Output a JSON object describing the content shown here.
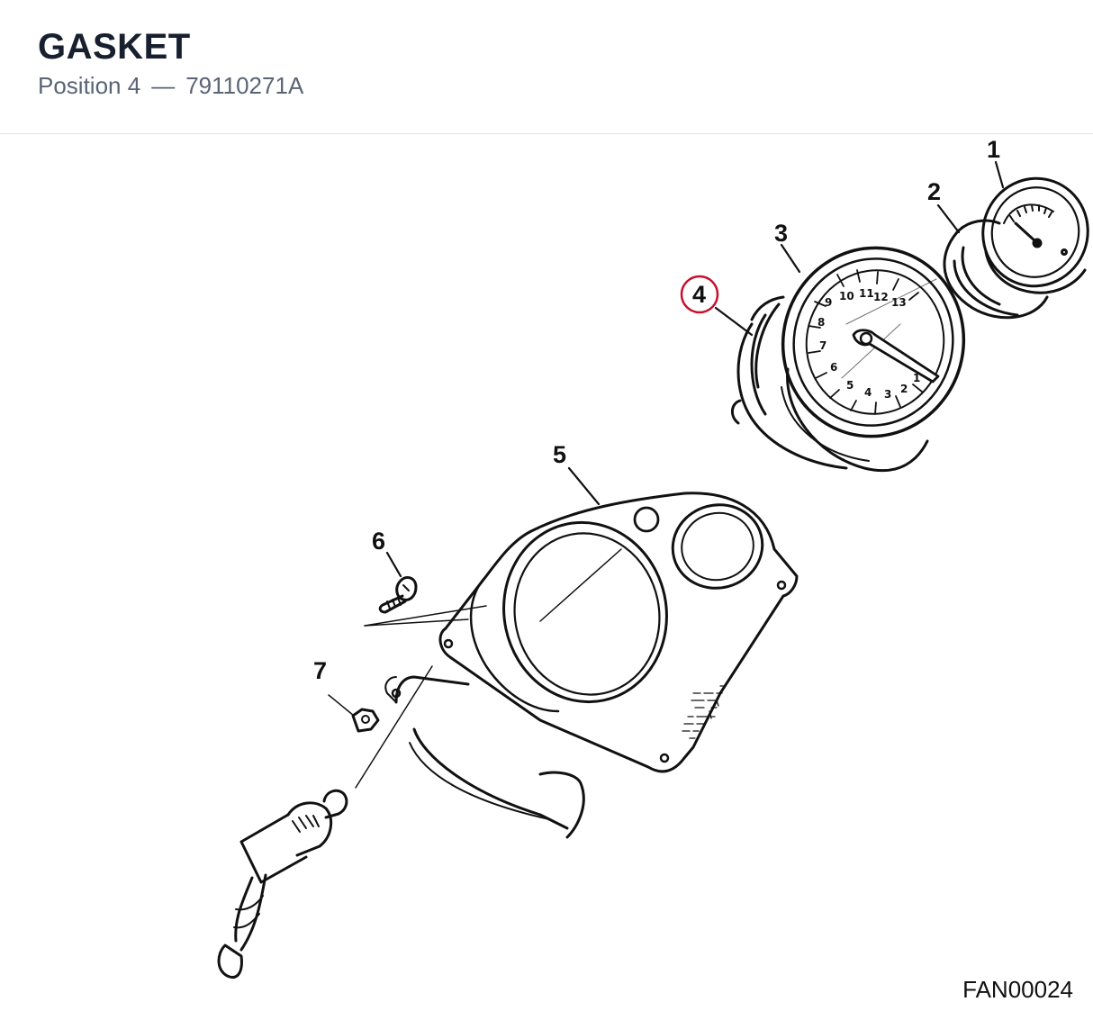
{
  "header": {
    "title": "GASKET",
    "position_label": "Position 4",
    "separator": "—",
    "part_number": "79110271A"
  },
  "callouts": [
    {
      "number": "1",
      "part": "small gauge",
      "highlighted": false
    },
    {
      "number": "2",
      "part": "small gauge gasket",
      "highlighted": false
    },
    {
      "number": "3",
      "part": "tachometer",
      "highlighted": false
    },
    {
      "number": "4",
      "part": "tachometer gasket",
      "highlighted": true
    },
    {
      "number": "5",
      "part": "instrument bracket",
      "highlighted": false
    },
    {
      "number": "6",
      "part": "screw",
      "highlighted": false
    },
    {
      "number": "7",
      "part": "nut",
      "highlighted": false
    }
  ],
  "gauge_dial_labels": [
    "9",
    "10",
    "11",
    "12",
    "13",
    "8",
    "7",
    "6",
    "5",
    "4",
    "3",
    "2",
    "1"
  ],
  "footer": {
    "figure_code": "FAN00024"
  },
  "colors": {
    "highlight_ring": "#c8102e",
    "line_art": "#111111"
  }
}
